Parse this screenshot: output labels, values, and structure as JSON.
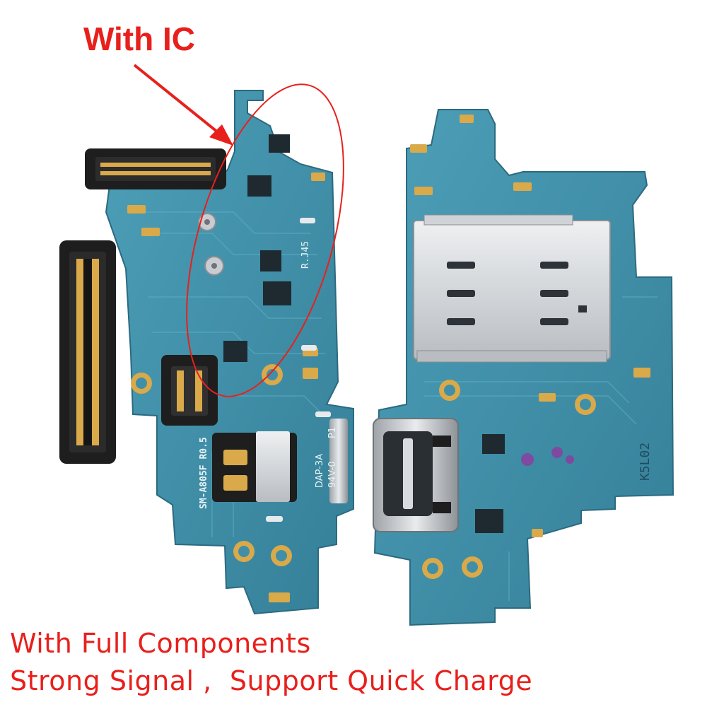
{
  "callout": {
    "label": "With IC"
  },
  "captions": {
    "line1": "With Full Components",
    "line2": "Strong Signal ,  Support Quick Charge"
  },
  "board_left": {
    "silkscreen_model": "SM-A805F R0.5",
    "silkscreen_code": "R.J45",
    "cert_marks": [
      "DAP-3A",
      "94V-0",
      "P1"
    ]
  },
  "board_right": {
    "silkscreen_code": "K5L02"
  },
  "colors": {
    "pcb": "#3f8fa8",
    "pcb_dark": "#2f6f86",
    "gold": "#d9a94a",
    "connector": "#1e1e1e",
    "metal": "#d9dcdf",
    "red_text": "#e8201c"
  }
}
